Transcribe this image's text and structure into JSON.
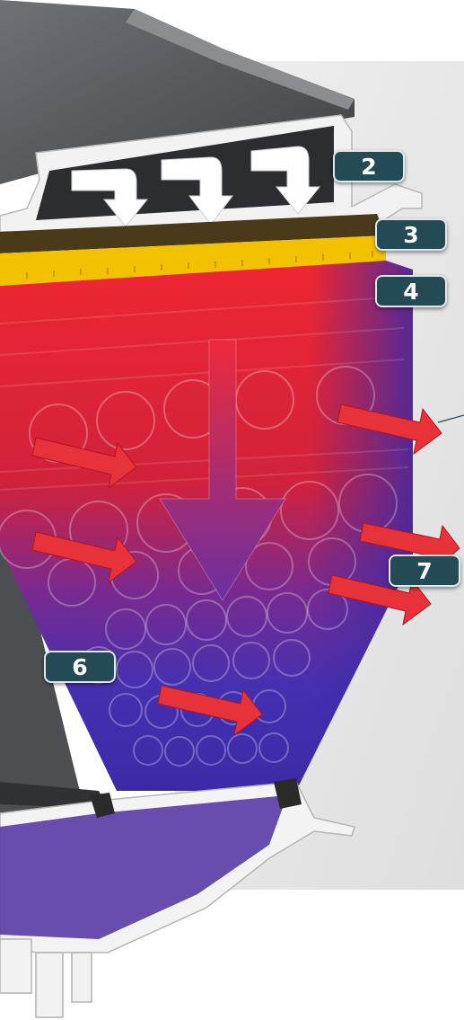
{
  "callouts": [
    {
      "id": "callout-2",
      "label": "2"
    },
    {
      "id": "callout-3",
      "label": "3"
    },
    {
      "id": "callout-4",
      "label": "4"
    },
    {
      "id": "callout-6",
      "label": "6"
    },
    {
      "id": "callout-7",
      "label": "7"
    }
  ],
  "colors": {
    "badge": "#244a55",
    "badge_text": "#ffffff",
    "airflow_arrow": "#e8323a",
    "hot_zone": "#e8202a",
    "cool_zone": "#3a2ea8",
    "filter_layer": "#f2c200",
    "housing": "#5a5d60",
    "backdrop": "#e6e6e6"
  },
  "icons": {
    "inlet_arrows": "white-down-arrow-icon",
    "flow_arrow": "purple-down-arrow-icon",
    "outlet_arrows": "red-right-arrow-icon"
  }
}
